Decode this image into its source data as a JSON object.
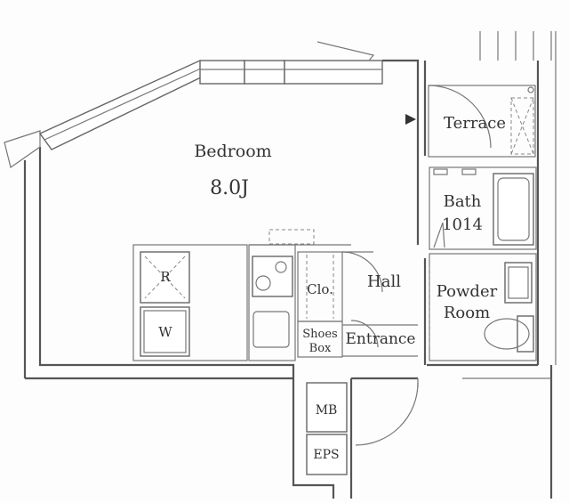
{
  "rooms": {
    "bedroom": "Bedroom",
    "bedroom_size": "8.0J",
    "terrace": "Terrace",
    "bath": "Bath",
    "bath_size": "1014",
    "hall": "Hall",
    "powder_room_line1": "Powder",
    "powder_room_line2": "Room",
    "entrance": "Entrance",
    "closet": "Clo.",
    "shoes_box_line1": "Shoes",
    "shoes_box_line2": "Box",
    "mb": "MB",
    "eps": "EPS",
    "refrigerator": "R",
    "washer": "W"
  }
}
